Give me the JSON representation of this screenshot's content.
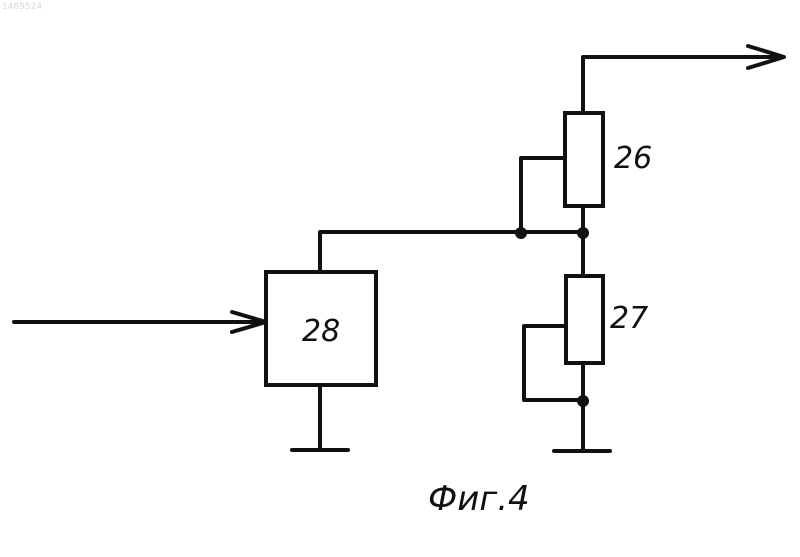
{
  "diagram": {
    "corner_id": "1469524",
    "caption": "Фиг.4",
    "components": {
      "resistor_top": {
        "label": "26"
      },
      "resistor_bottom": {
        "label": "27"
      },
      "block": {
        "label": "28"
      }
    }
  }
}
